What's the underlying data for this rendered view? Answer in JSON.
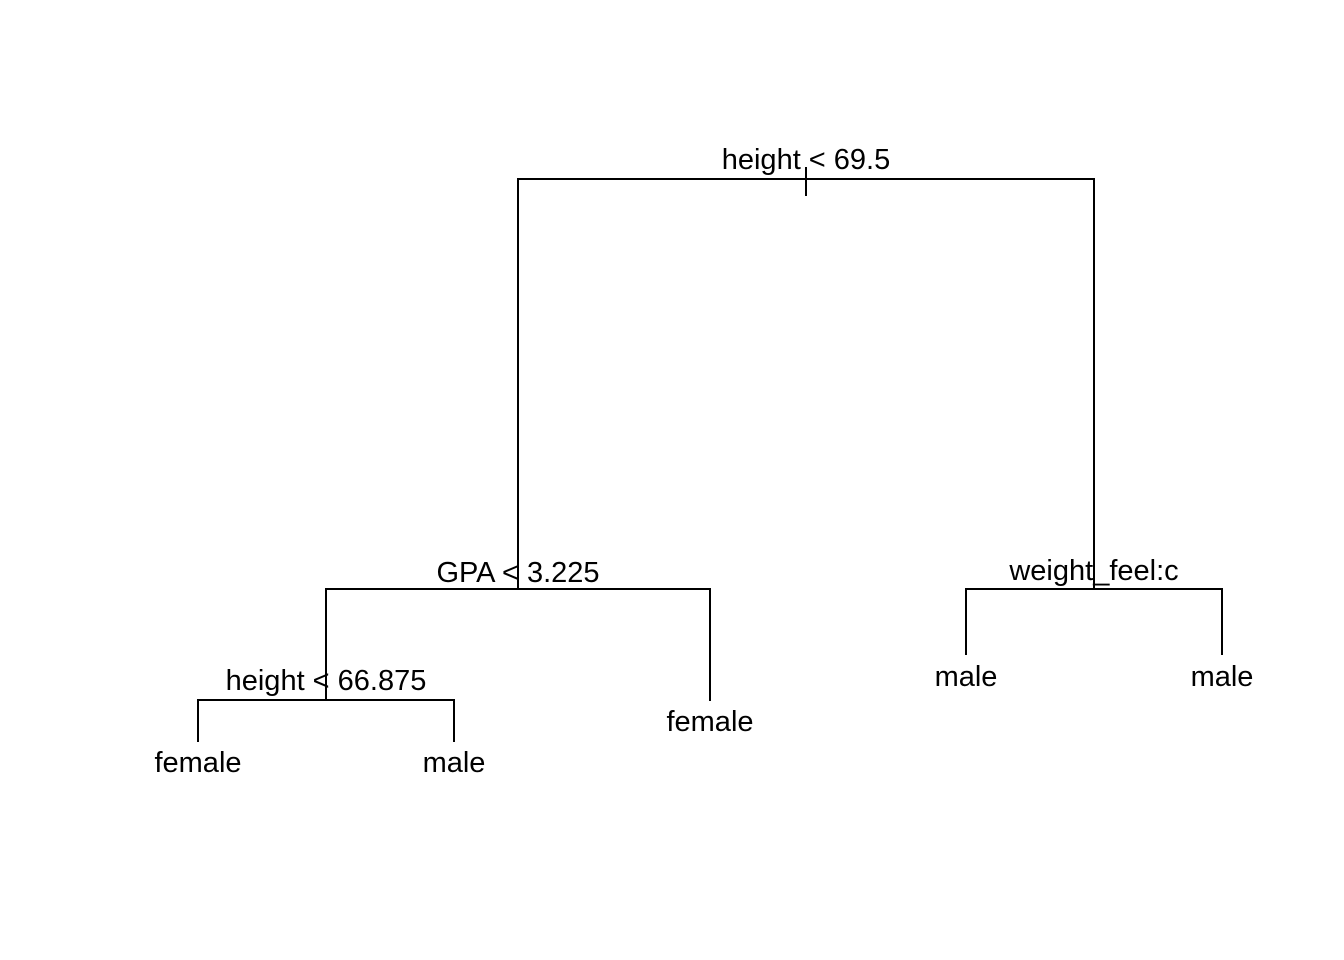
{
  "tree": {
    "splits": [
      {
        "id": "root",
        "label": "height < 69.5"
      },
      {
        "id": "gpa",
        "label": "GPA < 3.225"
      },
      {
        "id": "height2",
        "label": "height < 66.875"
      },
      {
        "id": "weight",
        "label": "weight_feel:c"
      }
    ],
    "leaves": [
      {
        "id": "leaf1",
        "label": "female"
      },
      {
        "id": "leaf2",
        "label": "male"
      },
      {
        "id": "leaf3",
        "label": "female"
      },
      {
        "id": "leaf4",
        "label": "male"
      },
      {
        "id": "leaf5",
        "label": "male"
      }
    ]
  }
}
